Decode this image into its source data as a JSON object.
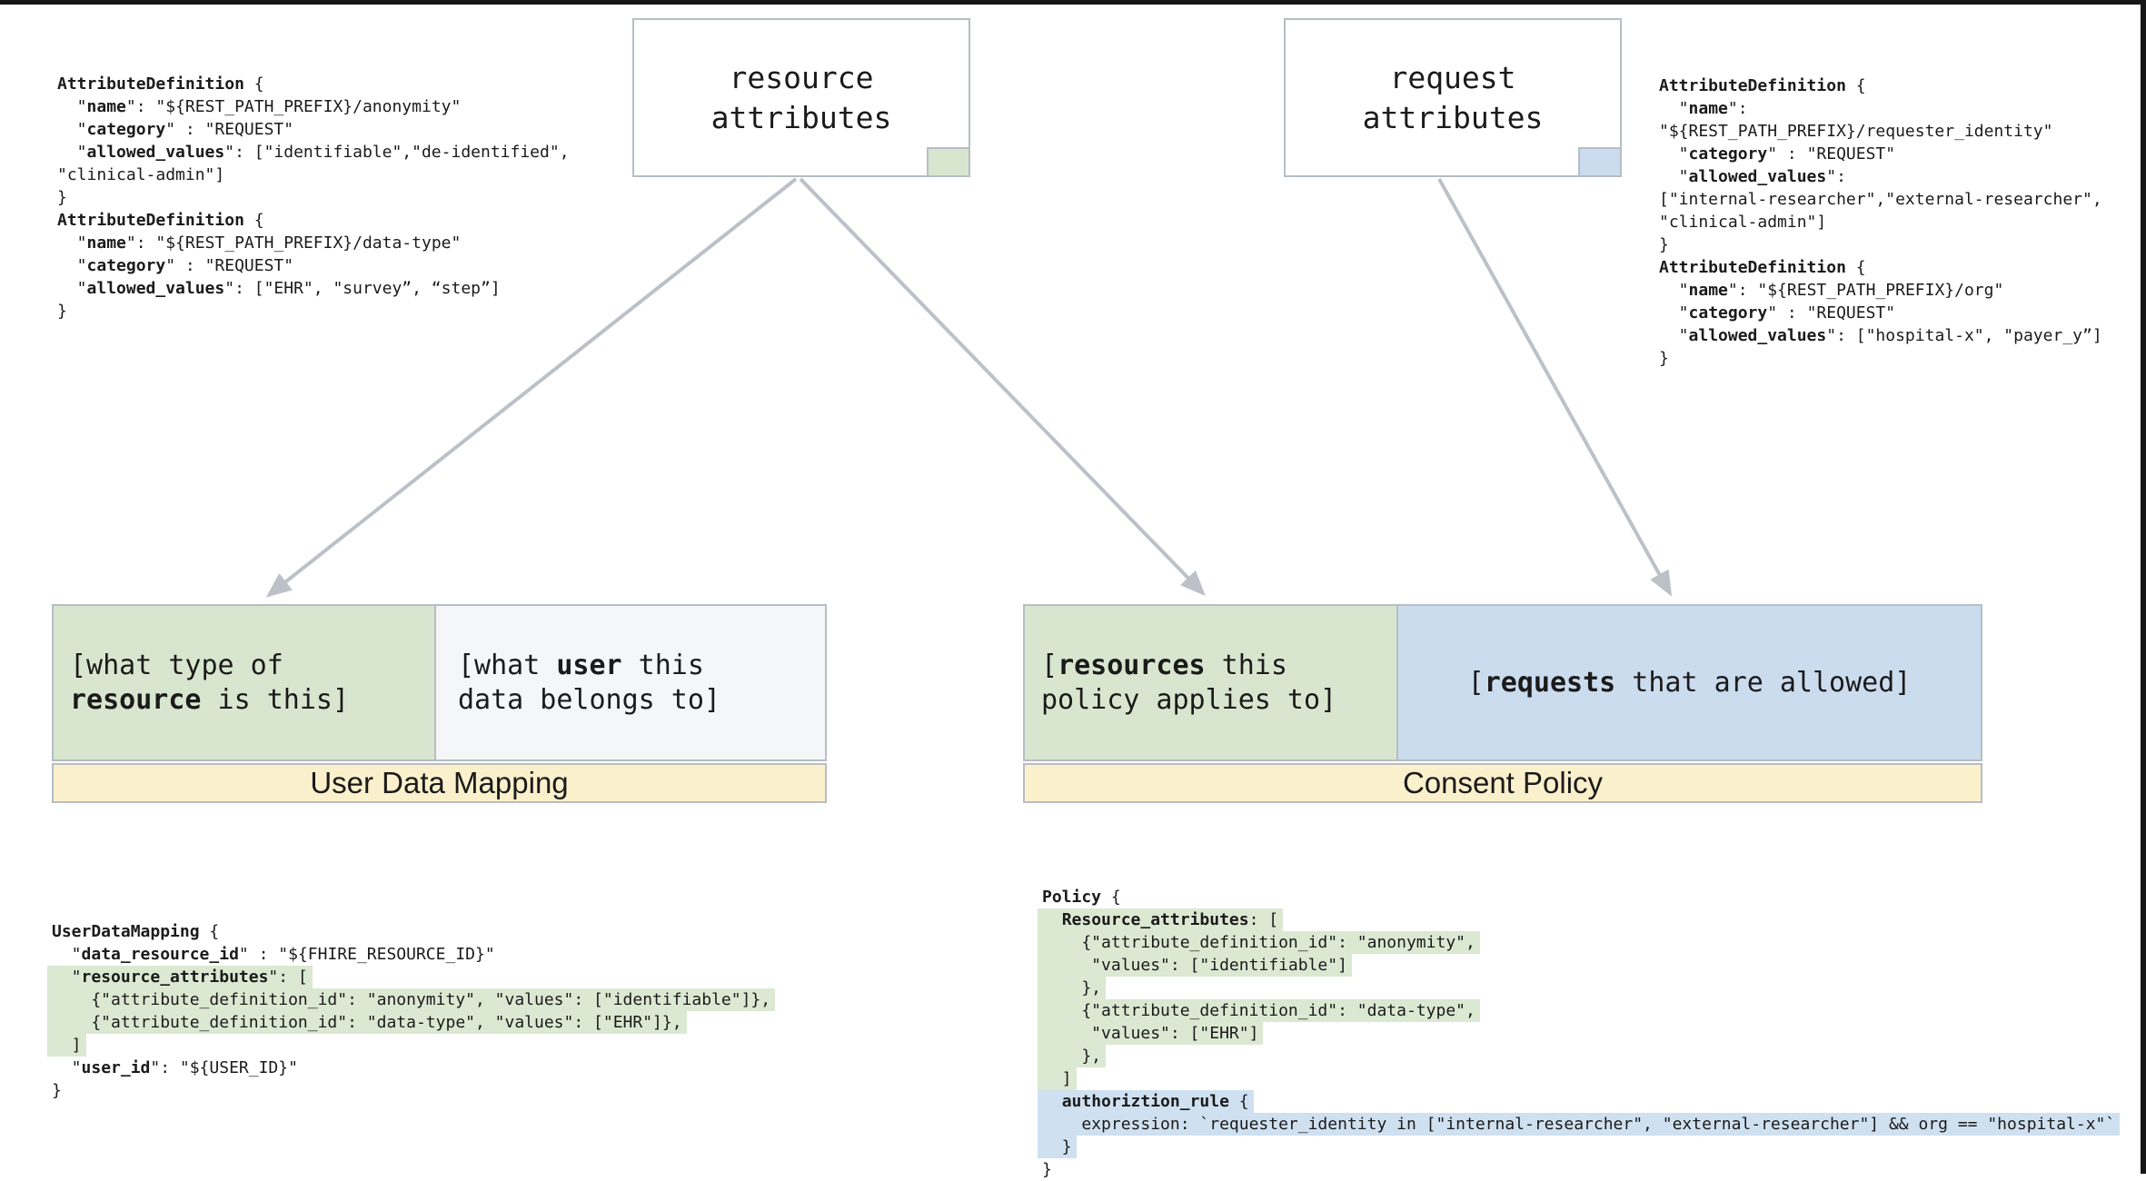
{
  "colors": {
    "green": "#d9e6cf",
    "blue": "#cbdcee",
    "yellow": "#fbf0cc",
    "light": "#f4f6f8",
    "border": "#b7bdc3",
    "arrow": "#bcc1c8",
    "hl_green": "#dbe8d2",
    "hl_blue": "#cfe0f0"
  },
  "banners": {
    "udm": "User Data Mapping",
    "consent": "Consent Policy"
  },
  "boxes": {
    "resource_label": [
      "resource",
      "attributes"
    ],
    "request_label": [
      "request",
      "attributes"
    ],
    "udm_green": [
      "[what type of",
      "**resource** is this]"
    ],
    "udm_light": [
      "[what **user** this",
      "data belongs to]"
    ],
    "consent_green": [
      "[**resources** this",
      "policy applies to]"
    ],
    "consent_blue": [
      "[**requests** that are allowed]"
    ]
  },
  "code_blocks": {
    "top_left": [
      {
        "t": "**AttributeDefinition** {"
      },
      {
        "t": "  \"**name**\": \"${REST_PATH_PREFIX}/anonymity\""
      },
      {
        "t": "  \"**category**\" : \"REQUEST\""
      },
      {
        "t": "  \"**allowed_values**\": [\"identifiable\",\"de-identified\","
      },
      {
        "t": "\"clinical-admin\"]"
      },
      {
        "t": "}"
      },
      {
        "t": "**AttributeDefinition** {"
      },
      {
        "t": "  \"**name**\": \"${REST_PATH_PREFIX}/data-type\""
      },
      {
        "t": "  \"**category**\" : \"REQUEST\""
      },
      {
        "t": "  \"**allowed_values**\": [\"EHR\", \"survey”, “step”]"
      },
      {
        "t": "}"
      }
    ],
    "top_right": [
      {
        "t": "**AttributeDefinition** {"
      },
      {
        "t": "  \"**name**\":"
      },
      {
        "t": "\"${REST_PATH_PREFIX}/requester_identity\""
      },
      {
        "t": "  \"**category**\" : \"REQUEST\""
      },
      {
        "t": "  \"**allowed_values**\":"
      },
      {
        "t": "[\"internal-researcher\",\"external-researcher\","
      },
      {
        "t": "\"clinical-admin\"]"
      },
      {
        "t": "}"
      },
      {
        "t": "**AttributeDefinition** {"
      },
      {
        "t": "  \"**name**\": \"${REST_PATH_PREFIX}/org\""
      },
      {
        "t": "  \"**category**\" : \"REQUEST\""
      },
      {
        "t": "  \"**allowed_values**\": [\"hospital-x\", \"payer_y”]"
      },
      {
        "t": "}"
      }
    ],
    "bottom_left": [
      {
        "t": "**UserDataMapping** {"
      },
      {
        "t": "  \"**data_resource_id**\" : \"${FHIRE_RESOURCE_ID}\""
      },
      {
        "t": "  \"**resource_attributes**\": [",
        "hl": "green"
      },
      {
        "t": "    {\"attribute_definition_id\": \"anonymity\", \"values\": [\"identifiable\"]},",
        "hl": "green"
      },
      {
        "t": "    {\"attribute_definition_id\": \"data-type\", \"values\": [\"EHR\"]},",
        "hl": "green"
      },
      {
        "t": "  ]",
        "hl": "green"
      },
      {
        "t": "  \"**user_id**\": \"${USER_ID}\""
      },
      {
        "t": "}"
      }
    ],
    "bottom_right": [
      {
        "t": "**Policy** {"
      },
      {
        "t": "  **Resource_attributes**: [",
        "hl": "green"
      },
      {
        "t": "    {\"attribute_definition_id\": \"anonymity\",",
        "hl": "green"
      },
      {
        "t": "     \"values\": [\"identifiable\"]",
        "hl": "green"
      },
      {
        "t": "    },",
        "hl": "green"
      },
      {
        "t": "    {\"attribute_definition_id\": \"data-type\",",
        "hl": "green"
      },
      {
        "t": "     \"values\": [\"EHR\"]",
        "hl": "green"
      },
      {
        "t": "    },",
        "hl": "green"
      },
      {
        "t": "  ]",
        "hl": "green"
      },
      {
        "t": "  **authoriztion_rule** {",
        "hl": "blue"
      },
      {
        "t": "    expression: `requester_identity in [\"internal-researcher\", \"external-researcher\"] && org == \"hospital-x\"`",
        "hl": "blue"
      },
      {
        "t": "  }",
        "hl": "blue"
      },
      {
        "t": "}"
      }
    ]
  }
}
